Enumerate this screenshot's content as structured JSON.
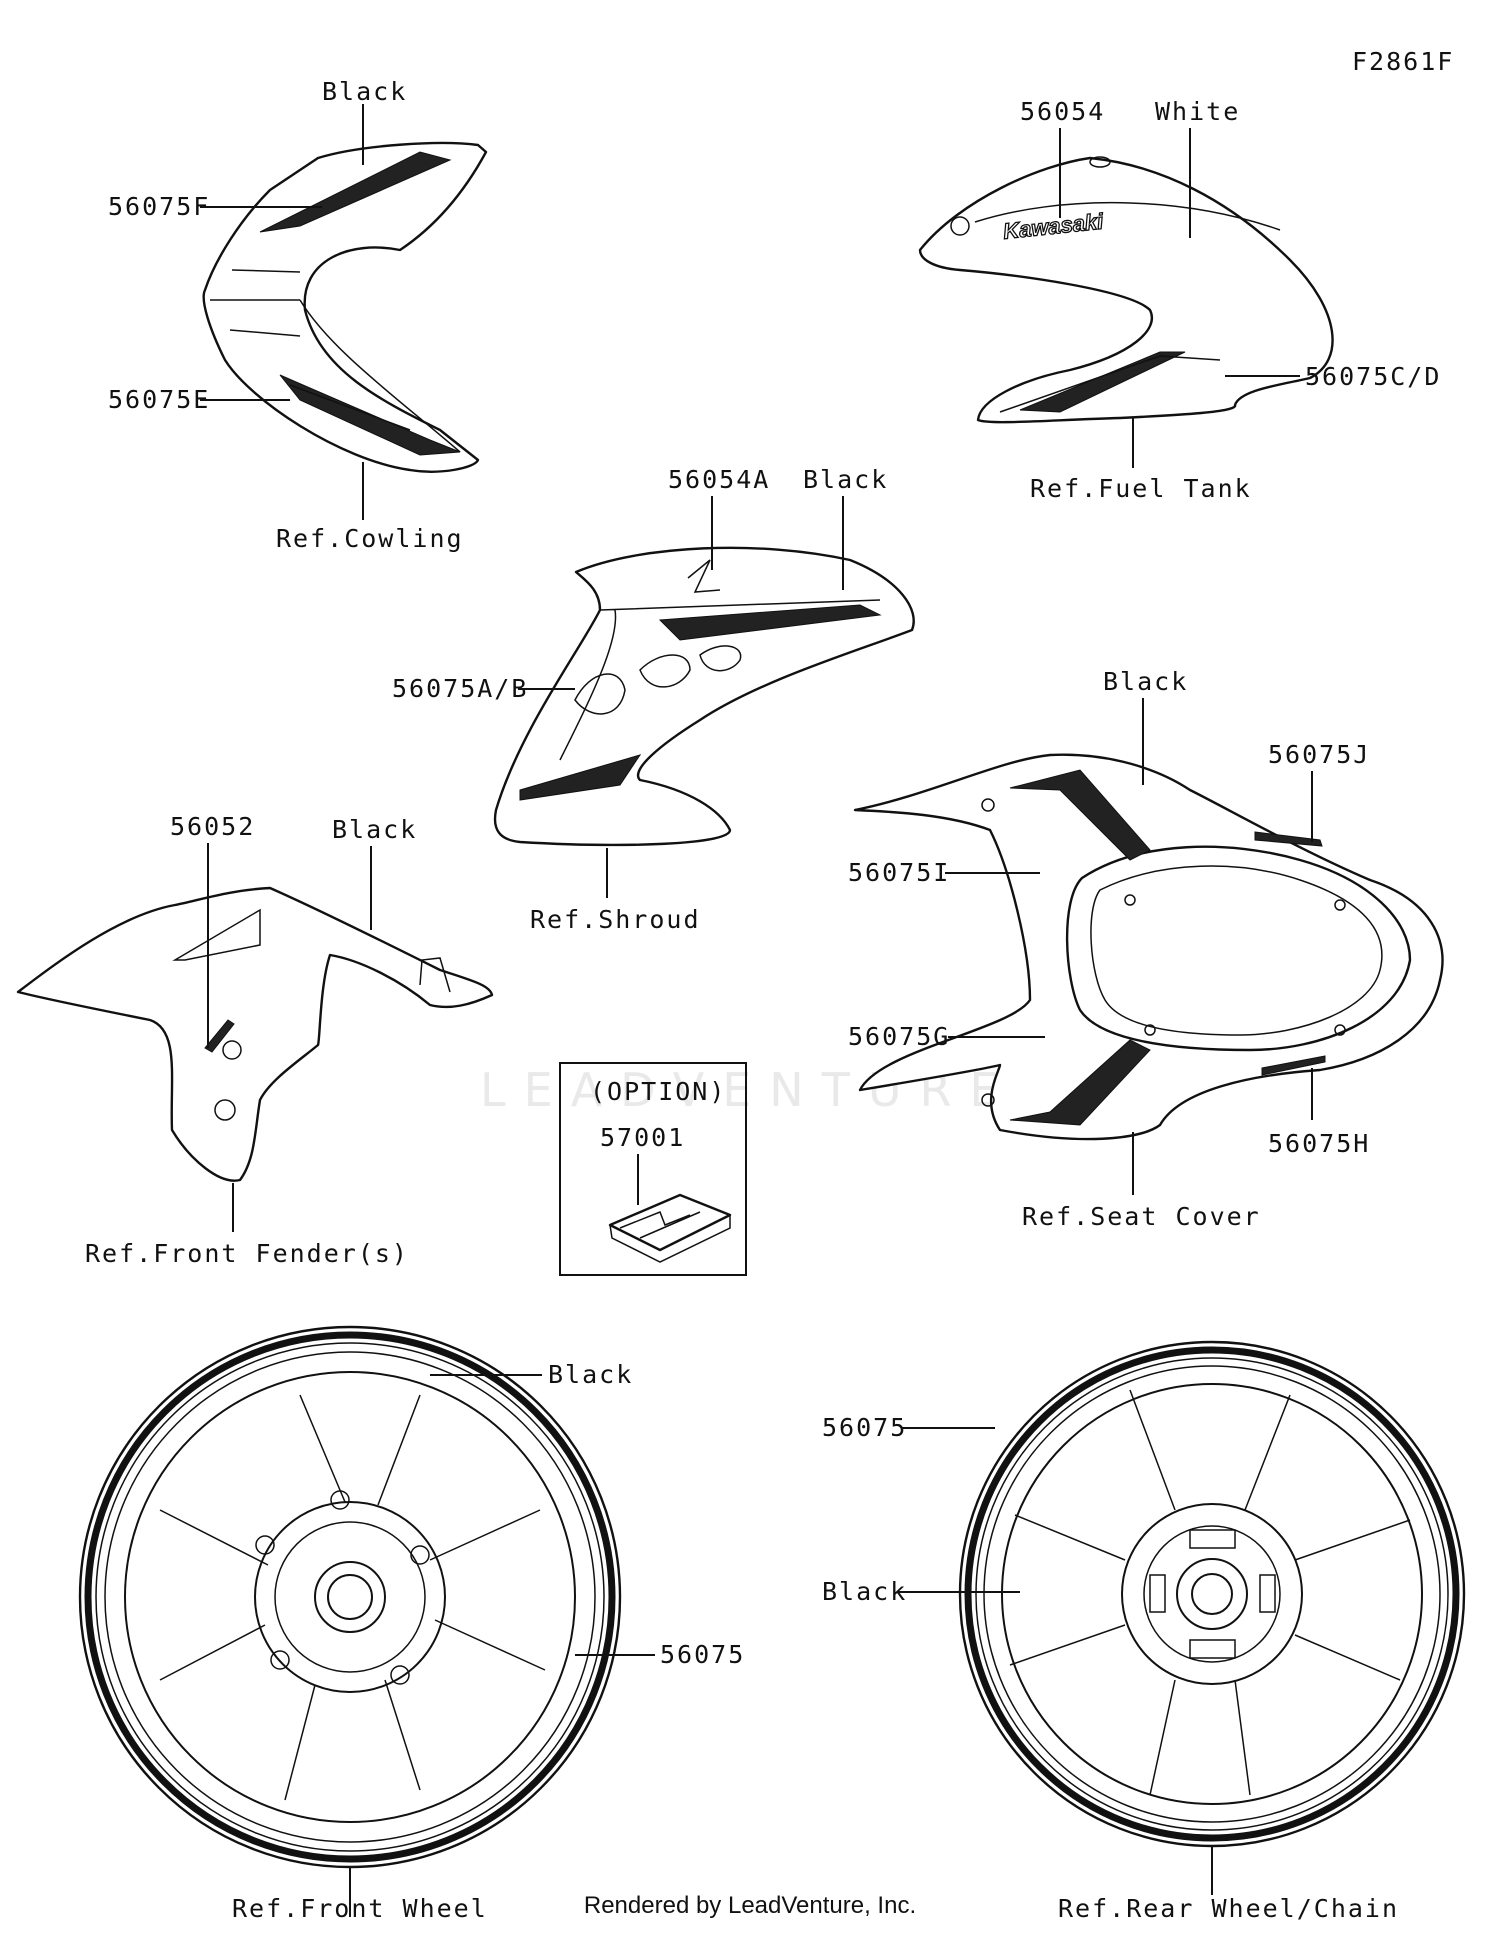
{
  "figure_code": "F2861F",
  "watermark": "LEADVENTURE",
  "footer": "Rendered by LeadVenture, Inc.",
  "cowling": {
    "color": "Black",
    "part_upper": "56075F",
    "part_lower": "56075E",
    "ref": "Ref.Cowling"
  },
  "fuel_tank": {
    "part_emblem": "56054",
    "color": "White",
    "emblem_text": "Kawasaki",
    "part_stripe": "56075C/D",
    "ref": "Ref.Fuel Tank"
  },
  "shroud": {
    "part_emblem": "56054A",
    "color": "Black",
    "part_stripe": "56075A/B",
    "ref": "Ref.Shroud"
  },
  "seat_cover": {
    "color": "Black",
    "part_j": "56075J",
    "part_i": "56075I",
    "part_g": "56075G",
    "part_h": "56075H",
    "ref": "Ref.Seat Cover"
  },
  "front_fender": {
    "part": "56052",
    "color": "Black",
    "ref": "Ref.Front Fender(s)"
  },
  "option": {
    "title": "(OPTION)",
    "part": "57001"
  },
  "front_wheel": {
    "color": "Black",
    "part": "56075",
    "ref": "Ref.Front Wheel"
  },
  "rear_wheel": {
    "part": "56075",
    "color": "Black",
    "ref": "Ref.Rear Wheel/Chain"
  }
}
